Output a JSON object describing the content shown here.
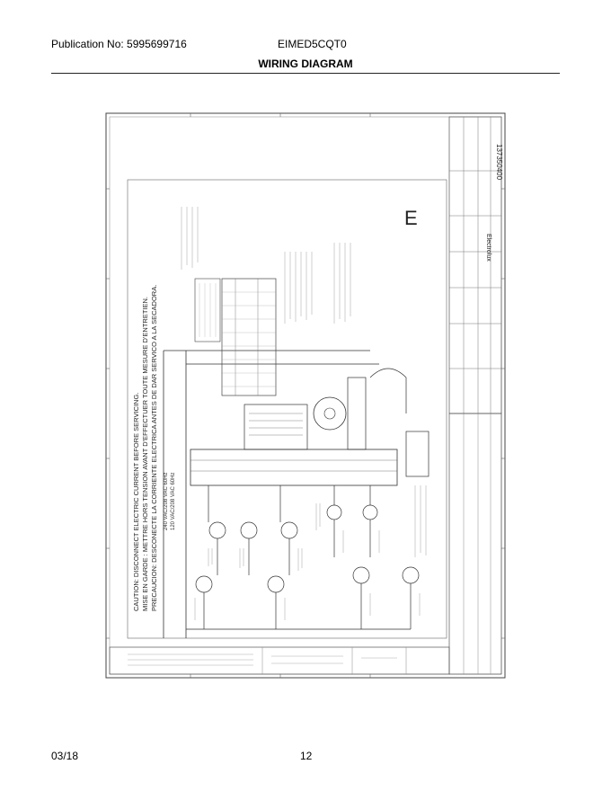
{
  "header": {
    "publication": "Publication No: 5995699716",
    "model": "EIMED5CQT0",
    "title": "WIRING DIAGRAM"
  },
  "footer": {
    "date": "03/18",
    "page": "12"
  },
  "diagram": {
    "caution_lines": [
      "CAUTION: DISCONNECT ELECTRIC CURRENT BEFORE SERVICING.",
      "MISE EN GARDE : METTRE HORS TENSION AVANT D'EFFECTUER TOUTE MESURE D'ENTRETIEN.",
      "PRECAUCION: DESCONECTE LA CORRIENTE ELECTRICA ANTES DE DAR SERVICO A LA SECADORA."
    ],
    "voltage_lines": [
      "240 VAC/208 VAC 60Hz",
      "120 VAC/208 VAC 60Hz"
    ],
    "version_letter": "E",
    "brand": "Electrolux",
    "part_number": "137350400"
  }
}
